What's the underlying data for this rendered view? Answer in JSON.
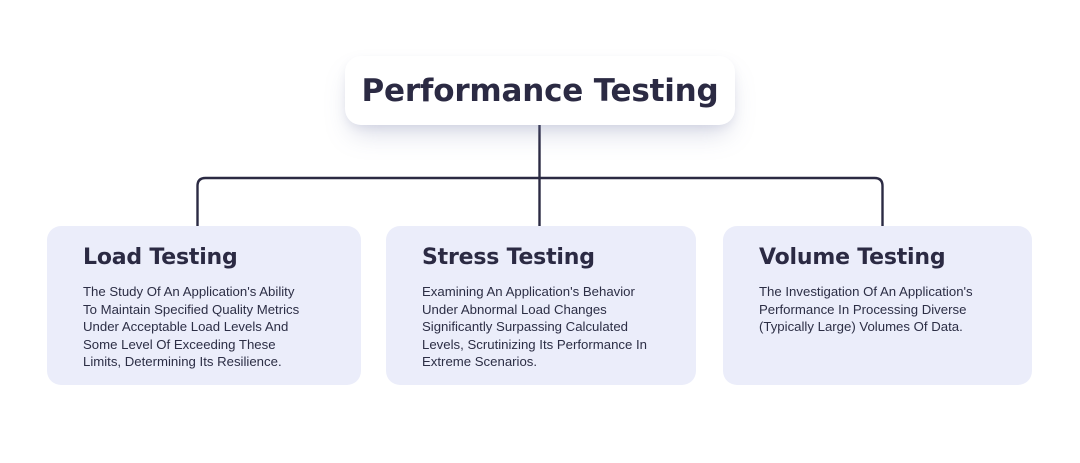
{
  "diagram": {
    "type": "hierarchy-tree",
    "background_color": "#ffffff",
    "root": {
      "label": "Performance Testing",
      "text_color": "#2b2a43",
      "box_color": "#ffffff"
    },
    "connector_color": "#2b2a43",
    "card_color": "#ebedfa",
    "children": [
      {
        "title": "Load Testing",
        "body": "The Study Of An Application's Ability\nTo Maintain Specified Quality Metrics\nUnder Acceptable Load Levels And\nSome Level Of Exceeding These\nLimits, Determining Its Resilience."
      },
      {
        "title": "Stress Testing",
        "body": "Examining An Application's Behavior\nUnder Abnormal Load Changes\nSignificantly Surpassing Calculated\nLevels, Scrutinizing Its Performance In\nExtreme Scenarios."
      },
      {
        "title": "Volume Testing",
        "body": "The Investigation Of An Application's\nPerformance In Processing Diverse\n(Typically Large) Volumes Of Data."
      }
    ]
  }
}
